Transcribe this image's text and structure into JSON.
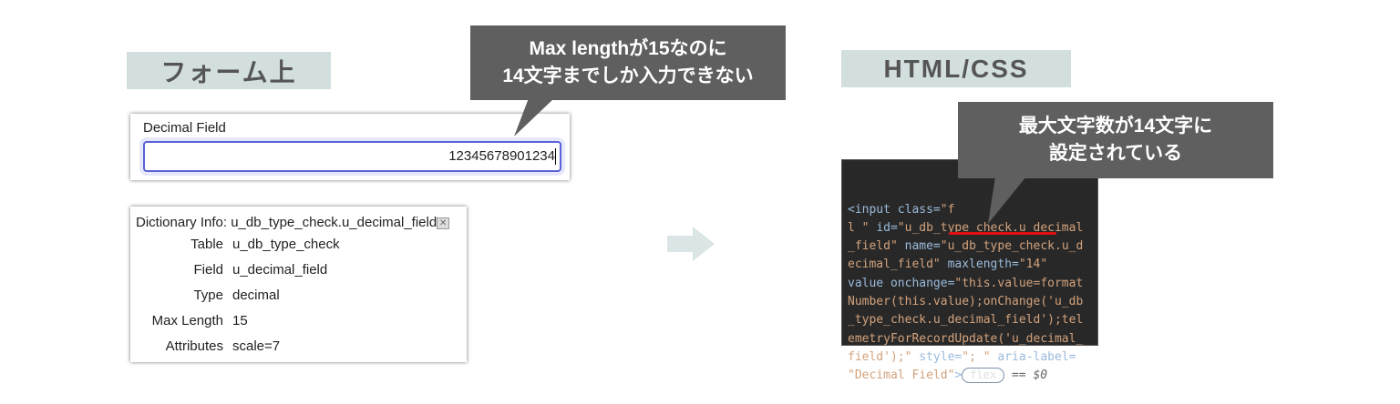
{
  "left_label": "フォーム上",
  "right_label": "HTML/CSS",
  "callout_left": {
    "line1": "Max lengthが15なのに",
    "line2": "14文字までしか入力できない"
  },
  "callout_right": {
    "line1": "最大文字数が14文字に",
    "line2": "設定されている"
  },
  "form": {
    "field_label": "Decimal Field",
    "field_value": "12345678901234"
  },
  "dictionary": {
    "title": "Dictionary Info: u_db_type_check.u_decimal_field",
    "close_icon": "close-icon",
    "rows": [
      {
        "key": "Table",
        "value": "u_db_type_check"
      },
      {
        "key": "Field",
        "value": "u_decimal_field"
      },
      {
        "key": "Type",
        "value": "decimal"
      },
      {
        "key": "Max Length",
        "value": "15"
      },
      {
        "key": "Attributes",
        "value": "scale=7"
      }
    ]
  },
  "arrow_icon": "arrow-right-icon",
  "code": {
    "lines": [
      [
        {
          "c": "tag",
          "t": "<input "
        },
        {
          "c": "attr",
          "t": "class="
        },
        {
          "c": "val",
          "t": "\"f"
        }
      ],
      [
        {
          "c": "val",
          "t": "l \" "
        },
        {
          "c": "attr",
          "t": "id="
        },
        {
          "c": "val",
          "t": "\"u_db_type_check.u_decimal"
        }
      ],
      [
        {
          "c": "val",
          "t": "_field\" "
        },
        {
          "c": "attr",
          "t": "name="
        },
        {
          "c": "val",
          "t": "\"u_db_type_check.u_d"
        }
      ],
      [
        {
          "c": "val",
          "t": "ecimal_field\" "
        },
        {
          "c": "attr",
          "t": "maxlength="
        },
        {
          "c": "val",
          "t": "\"14\""
        }
      ],
      [
        {
          "c": "attr",
          "t": "value onchange="
        },
        {
          "c": "val",
          "t": "\"this.value=format"
        }
      ],
      [
        {
          "c": "val",
          "t": "Number(this.value);onChange('u_db"
        }
      ],
      [
        {
          "c": "val",
          "t": "_type_check.u_decimal_field');tel"
        }
      ],
      [
        {
          "c": "val",
          "t": "emetryForRecordUpdate('u_decimal_"
        }
      ],
      [
        {
          "c": "val",
          "t": "field');\" "
        },
        {
          "c": "attr",
          "t": "style="
        },
        {
          "c": "val",
          "t": "\"; \" "
        },
        {
          "c": "attr",
          "t": "aria-label="
        }
      ],
      [
        {
          "c": "val",
          "t": "\"Decimal Field\""
        },
        {
          "c": "tag",
          "t": ">"
        }
      ]
    ],
    "badge": "flex",
    "console_ref": "== $0"
  },
  "colors": {
    "callout": "#5f5f5f",
    "label_bg": "#d3dfde",
    "code_bg": "#282828",
    "highlight": "#e01010",
    "focus": "#5a62d6"
  }
}
